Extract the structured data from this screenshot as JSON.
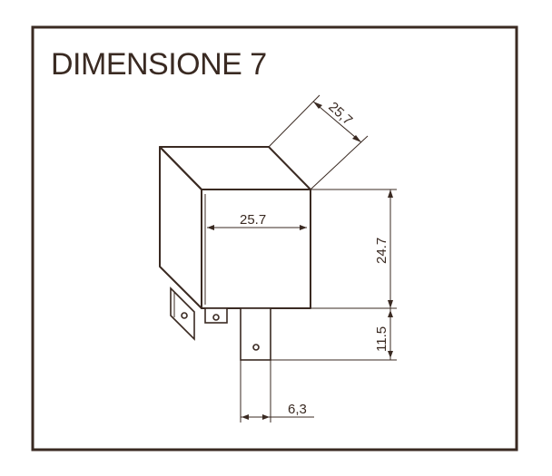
{
  "title": "DIMENSIONE 7",
  "colors": {
    "ink": "#3a2a22",
    "background": "#ffffff"
  },
  "dimensions": {
    "depth": "25,7",
    "width": "25.7",
    "height": "24.7",
    "pin_length": "11.5",
    "pin_width": "6,3"
  }
}
